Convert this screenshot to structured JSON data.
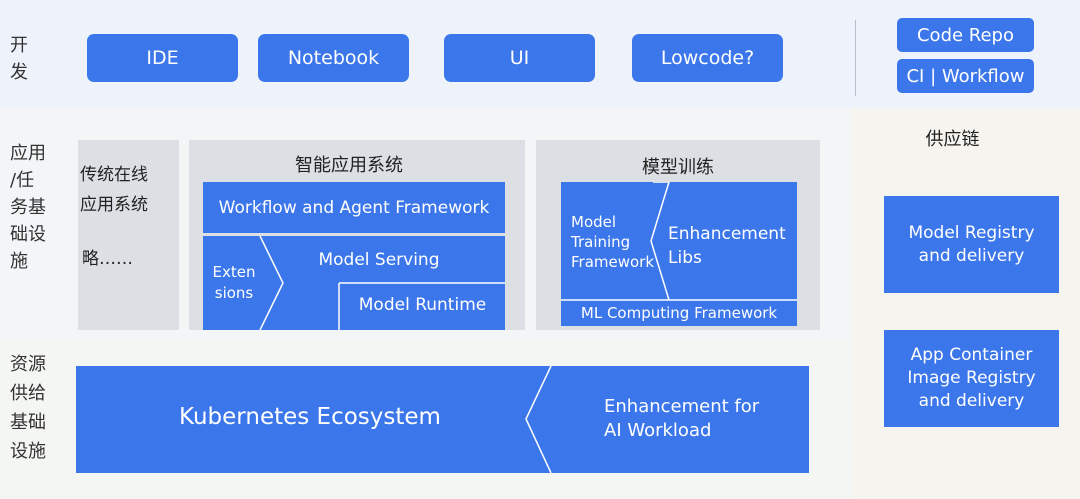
{
  "rows": {
    "dev": "开\n发",
    "app": "应用\n/任\n务基\n础设\n施",
    "resource": "资源\n供给\n基础\n设施"
  },
  "dev_tools": [
    "IDE",
    "Notebook",
    "UI",
    "Lowcode?"
  ],
  "repo": {
    "code": "Code Repo",
    "ci": "CI | Workflow"
  },
  "legacy": {
    "title": "传统在线\n应用系统",
    "etc": "略……"
  },
  "smart_app": {
    "title": "智能应用系统",
    "workflow": "Workflow and Agent Framework",
    "extensions": "Exten\nsions",
    "model_serving": "Model Serving",
    "model_runtime": "Model Runtime"
  },
  "training": {
    "title": "模型训练",
    "framework": "Model\nTraining\nFramework",
    "libs": "Enhancement\nLibs",
    "ml": "ML Computing Framework"
  },
  "resource": {
    "k8s": "Kubernetes Ecosystem",
    "ai": "Enhancement for\nAI Workload"
  },
  "supply": {
    "title": "供应链",
    "model_registry": "Model Registry\nand delivery",
    "app_registry": "App Container\nImage Registry\nand delivery"
  },
  "colors": {
    "accent": "#3b76ea",
    "panel": "#dcdfe3",
    "line": "#ffffff"
  }
}
